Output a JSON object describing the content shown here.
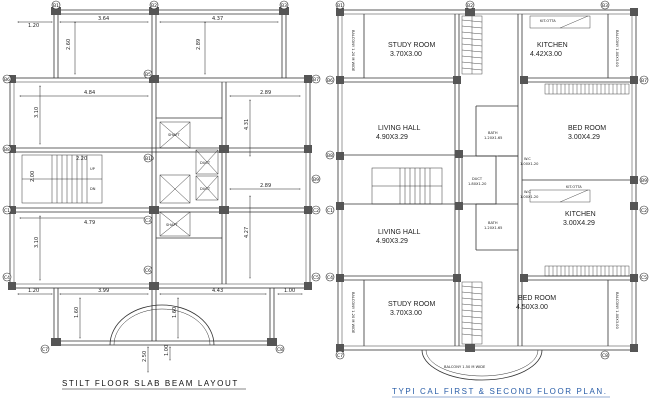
{
  "left_plan": {
    "title": "STILT FLOOR SLAB BEAM LAYOUT",
    "grid_top": [
      "B1",
      "B2",
      "B3"
    ],
    "grid_left": [
      "B6",
      "B8",
      "C1",
      "C4"
    ],
    "grid_right": [
      "B7",
      "B9",
      "C2",
      "C5"
    ],
    "grid_center": [
      "B5",
      "B10",
      "C3",
      "C6"
    ],
    "grid_bottom": [
      "C7",
      "C8"
    ],
    "dims": {
      "top_a": "1.20",
      "top_b": "3.64",
      "top_c": "4.37",
      "col_a": "2.60",
      "col_b": "2.89",
      "span_1": "4.84",
      "span_2": "2.89",
      "h_1": "3.10",
      "h_2": "4.31",
      "stair_w": "2.20",
      "stair_h": "2.00",
      "span_3": "4.79",
      "span_4": "2.89",
      "h_3": "3.10",
      "h_4": "4.27",
      "bot_a": "1.20",
      "bot_b": "3.99",
      "bot_c": "4.43",
      "bot_d": "1.00",
      "h_5": "1.60",
      "h_6": "1.60",
      "h_7": "2.50",
      "h_8": "1.00"
    },
    "stair_labels": {
      "up": "UP",
      "dn": "DN"
    },
    "shafts": [
      "SHAFT",
      "DUCT",
      "DUCT",
      "SHAFT"
    ]
  },
  "right_plan": {
    "title": "TYPI CAL FIRST & SECOND FLOOR PLAN.",
    "rooms": {
      "study_top": {
        "name": "STUDY ROOM",
        "size": "3.70X3.00"
      },
      "kitchen_top": {
        "name": "KITCHEN",
        "size": "4.42X3.00"
      },
      "balcony_tl": "BALCONY 1.20 M WIDE",
      "balcony_tr": "BALCONY 1.00X3.00",
      "living_top": {
        "name": "LIVING HALL",
        "size": "4.90X3.29"
      },
      "bed_top": {
        "name": "BED ROOM",
        "size": "3.00X4.29"
      },
      "bath_top": {
        "name": "BATH",
        "size": "1.20X1.65"
      },
      "bath_bot": {
        "name": "BATH",
        "size": "1.20X1.65"
      },
      "wc_top": {
        "name": "W.C",
        "size": "1.00X1.20"
      },
      "wc_bot": {
        "name": "W.C",
        "size": "1.00X1.20"
      },
      "duct": {
        "name": "DUCT",
        "size": "1.80X1.20"
      },
      "kitchen_bot": {
        "name": "KITCHEN",
        "size": "3.00X4.29"
      },
      "living_bot": {
        "name": "LIVING HALL",
        "size": "4.90X3.29"
      },
      "study_bot": {
        "name": "STUDY ROOM",
        "size": "3.70X3.00"
      },
      "bed_bot": {
        "name": "BED ROOM",
        "size": "4.50X3.00"
      },
      "balcony_bl": "BALCONY 1.20 M WIDE",
      "balcony_br": "BALCONY 1.00X3.00",
      "balcony_bottom": "BALCONY 1.50 M WIDE",
      "kit_otta_top": "KIT.OTTA",
      "kit_otta_bot": "KIT.OTTA"
    },
    "grid_top": [
      "B1",
      "B2",
      "B3"
    ],
    "grid_left": [
      "B6",
      "B8",
      "C1",
      "C4"
    ],
    "grid_right": [
      "B7",
      "B9",
      "C2",
      "C5"
    ],
    "grid_bottom": [
      "C7",
      "C8"
    ]
  }
}
